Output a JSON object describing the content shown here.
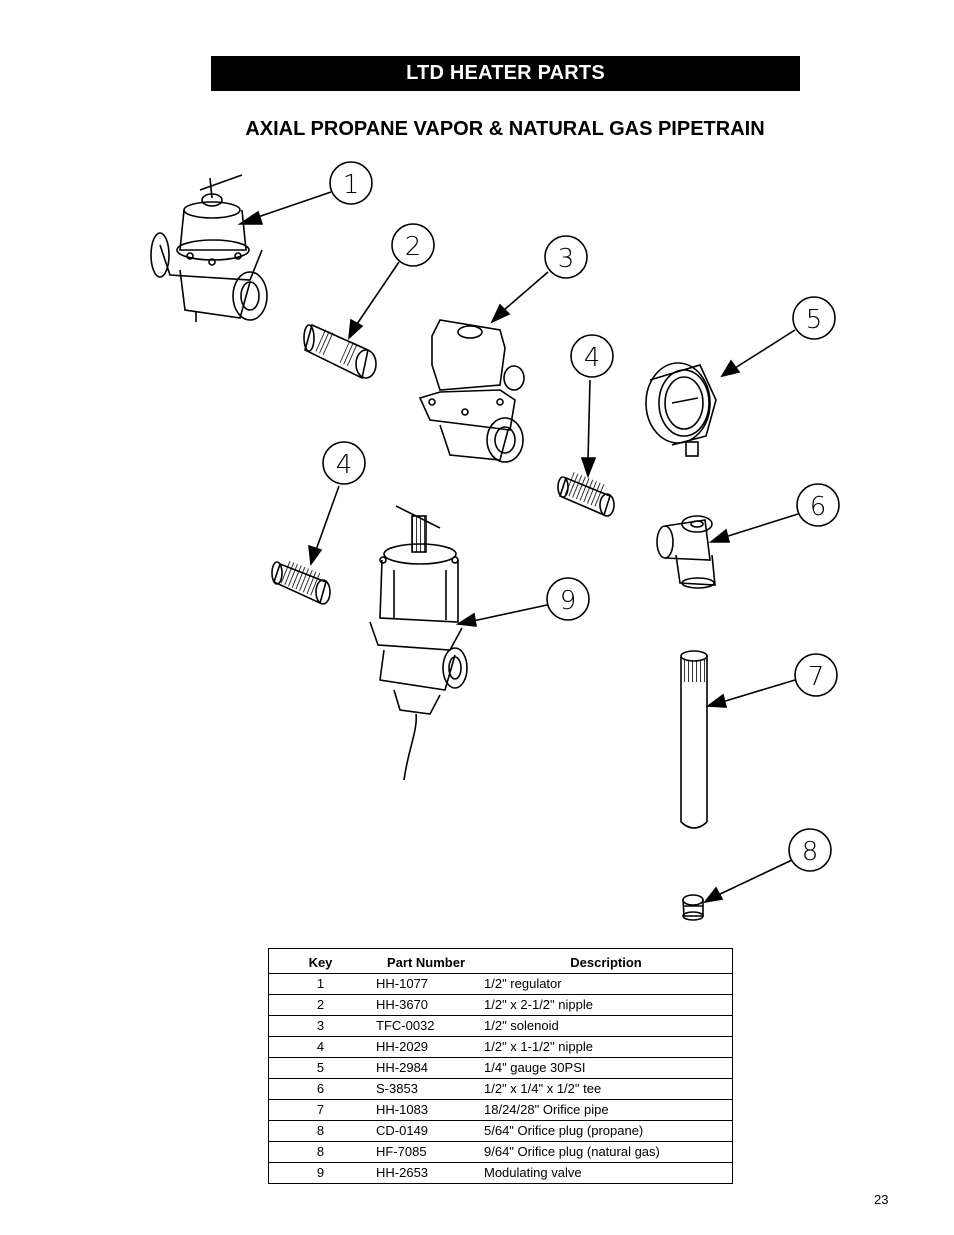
{
  "header": {
    "banner": "LTD HEATER PARTS",
    "subtitle": "AXIAL PROPANE VAPOR & NATURAL GAS PIPETRAIN"
  },
  "callouts": [
    "1",
    "2",
    "3",
    "4",
    "5",
    "4",
    "6",
    "9",
    "7",
    "8"
  ],
  "table": {
    "headers": {
      "key": "Key",
      "part_number": "Part Number",
      "description": "Description"
    },
    "rows": [
      {
        "key": "1",
        "part_number": "HH-1077",
        "description": "1/2\" regulator"
      },
      {
        "key": "2",
        "part_number": "HH-3670",
        "description": "1/2\" x 2-1/2\" nipple"
      },
      {
        "key": "3",
        "part_number": "TFC-0032",
        "description": "1/2\" solenoid"
      },
      {
        "key": "4",
        "part_number": "HH-2029",
        "description": "1/2\" x 1-1/2\" nipple"
      },
      {
        "key": "5",
        "part_number": "HH-2984",
        "description": "1/4\" gauge 30PSI"
      },
      {
        "key": "6",
        "part_number": "S-3853",
        "description": "1/2\" x 1/4\" x 1/2\" tee"
      },
      {
        "key": "7",
        "part_number": "HH-1083",
        "description": "18/24/28\" Orifice pipe"
      },
      {
        "key": "8",
        "part_number": "CD-0149",
        "description": "5/64\" Orifice plug (propane)"
      },
      {
        "key": "8",
        "part_number": "HF-7085",
        "description": "9/64\" Orifice plug (natural gas)"
      },
      {
        "key": "9",
        "part_number": "HH-2653",
        "description": "Modulating valve"
      }
    ]
  },
  "page_number": "23"
}
